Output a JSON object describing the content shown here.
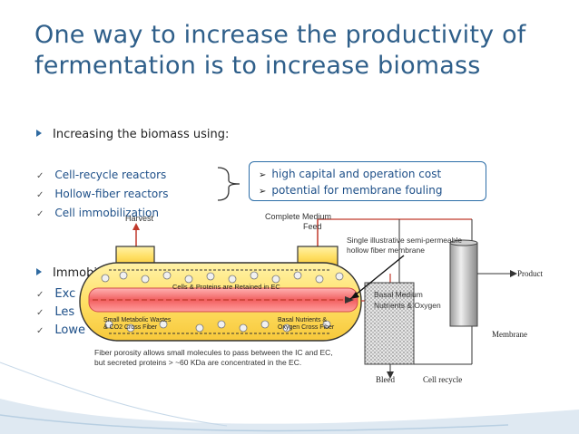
{
  "slide": {
    "title_line1": "One way to increase the productivity of",
    "title_line2": "fermentation is to increase biomass",
    "bullet1": "Increasing the biomass using:",
    "checks": [
      "Cell-recycle reactors",
      "Hollow-fiber reactors",
      "Cell immobilization"
    ],
    "callout": [
      "high capital and operation cost",
      "potential for membrane fouling"
    ],
    "bullet2": "Immobilized cells",
    "checks2": [
      "Exc",
      "Les",
      "Lowe"
    ]
  },
  "diagram": {
    "harvest": "Harvest",
    "complete_medium": "Complete Medium",
    "feed": "Feed",
    "membrane_note_line1": "Single illustrative semi-permeable",
    "membrane_note_line2": "hollow fiber membrane",
    "product": "Product",
    "ec_label": "Cells & Proteins are Retained in EC",
    "basal_line1": "Basal Medium",
    "basal_line2": "Nutrients & Oxygen",
    "wastes_line1": "Small Metabolic Wastes",
    "wastes_line2": "& CO2 Cross Fiber",
    "nutrients_line1": "Basal Nutrients &",
    "nutrients_line2": "Oxygen Cross Fiber",
    "membrane": "Membrane",
    "porosity_line1": "Fiber porosity allows small molecules to pass between the IC and EC,",
    "porosity_line2": "but secreted proteins > ~60 KDa are concentrated in the EC.",
    "bleed": "Bleed",
    "cell_recycle": "Cell recycle"
  },
  "colors": {
    "title": "#2f5f8a",
    "accent": "#2d6ea8",
    "swoosh": "#cfe0ee"
  }
}
